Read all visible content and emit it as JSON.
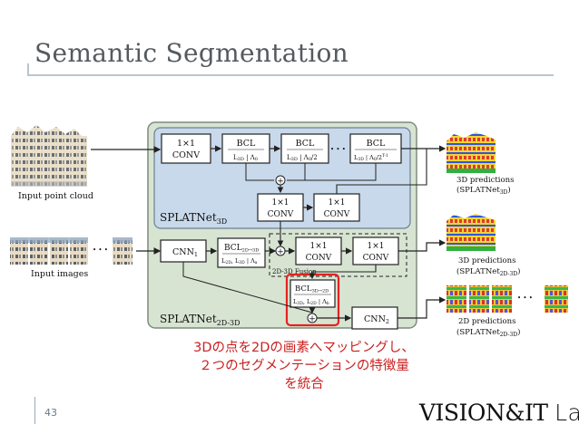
{
  "slide": {
    "title": "Semantic Segmentation",
    "page_number": "43",
    "caption_lines": [
      "3Dの点を2Dの画素へマッピングし、",
      "２つのセグメンテーションの特徴量",
      "を統合"
    ],
    "logo_text": "VISION&IT",
    "logo_lab": "Lab"
  },
  "diagram": {
    "input_point_cloud": "Input point cloud",
    "input_images": "Input images",
    "splatnet3d": "SPLATNet",
    "splatnet3d_sub": "3D",
    "splatnet2d3d": "SPLATNet",
    "splatnet2d3d_sub": "2D-3D",
    "conv_top": [
      "1×1",
      "CONV"
    ],
    "bcl": "BCL",
    "bcl1_sub": "L",
    "bcl1_sub2": "3D",
    "bcl1_lam": "Λ",
    "bcl1_lam_sub": "0",
    "bcl2_sub2": "3D",
    "bcl2_lam": "Λ",
    "bcl2_lam_sub": "0",
    "bcl2_div": "/2",
    "bcl3_sub2": "3D",
    "bcl3_lam": "Λ",
    "bcl3_lam_sub": "0",
    "bcl3_div": "/2",
    "bcl3_sup": "T-1",
    "ellipsis": "• • •",
    "conv_mid1": [
      "1×1",
      "CONV"
    ],
    "conv_mid2": [
      "1×1",
      "CONV"
    ],
    "cnn1": "CNN",
    "cnn1_sub": "1",
    "bcl2d3d": "BCL",
    "bcl2d3d_sub": "2D→3D",
    "bcl2d3d_args": "L",
    "bcl2d3d_args_sub1": "2D",
    "bcl2d3d_args_sub2": "3D",
    "bcl2d3d_lam": "Λ",
    "bcl2d3d_lam_sub": "a",
    "conv_fuse1": [
      "1×1",
      "CONV"
    ],
    "conv_fuse2": [
      "1×1",
      "CONV"
    ],
    "fusion_label": "2D-3D Fusion",
    "bcl3d2d": "BCL",
    "bcl3d2d_sub": "3D→2D",
    "bcl3d2d_args": "L",
    "bcl3d2d_args_sub1": "3D",
    "bcl3d2d_args_sub2": "2D",
    "bcl3d2d_lam": "Λ",
    "bcl3d2d_lam_sub": "b",
    "cnn2": "CNN",
    "cnn2_sub": "2",
    "pred1": "3D predictions",
    "pred1_net": "(SPLATNet",
    "pred1_sub": "3D",
    "pred2": "3D predictions",
    "pred2_net": "(SPLATNet",
    "pred2_sub": "2D-3D",
    "pred3": "2D predictions",
    "pred3_net": "(SPLATNet",
    "pred3_sub": "2D-3D",
    "images_ellipsis": "• • •",
    "preds_ellipsis": "• • •",
    "plus": "+"
  },
  "colors": {
    "outer_panel": "#d7e4d2",
    "inner_panel": "#c9d9ec",
    "highlight": "#e52222",
    "caption": "#cc1f1f",
    "title": "#555a5f"
  }
}
